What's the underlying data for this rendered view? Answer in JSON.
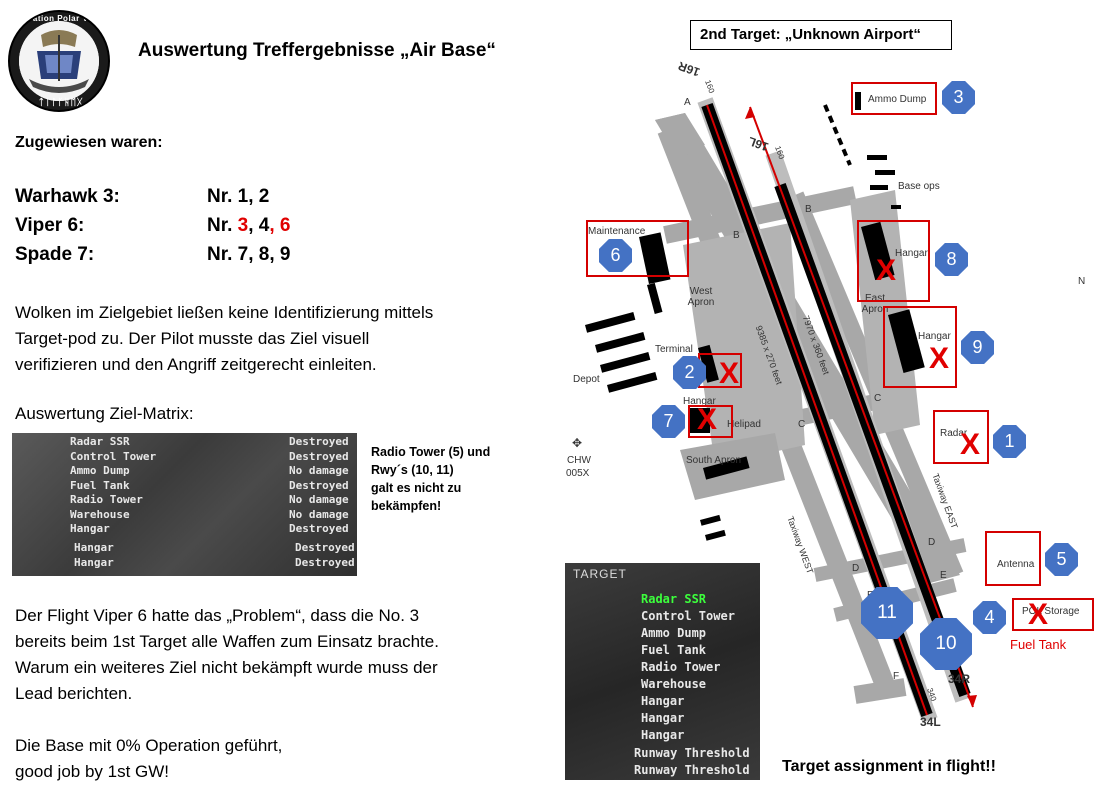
{
  "header": {
    "logo_top": "Operation Polar Vortex",
    "logo_bottom": "ᛏᛁᛚᚴᚺᛖᚷ",
    "title": "Auswertung Treffergebnisse „Air Base“"
  },
  "assigned": {
    "heading": "Zugewiesen waren:",
    "rows": [
      {
        "flight": "Warhawk 3:",
        "prefix": "Nr. 1, 2",
        "hit1": "",
        "mid": "",
        "hit2": ""
      },
      {
        "flight": "Viper 6:",
        "prefix": "Nr. ",
        "hit1": "3",
        "mid": ", 4",
        "hit2": ", 6"
      },
      {
        "flight": "Spade 7:",
        "prefix": "Nr. 7, 8, 9",
        "hit1": "",
        "mid": "",
        "hit2": ""
      }
    ]
  },
  "paragraphs": {
    "clouds": [
      "Wolken im Zielgebiet ließen keine Identifizierung  mittels",
      "Target-pod zu. Der Pilot musste das Ziel visuell",
      "verifizieren  und den Angriff zeitgerecht einleiten."
    ],
    "matrix_label": "Auswertung Ziel-Matrix:",
    "viper": [
      "Der Flight Viper 6 hatte das „Problem“, dass die No. 3",
      "bereits beim 1st Target alle Waffen zum Einsatz brachte.",
      "Warum ein weiteres Ziel nicht bekämpft wurde muss der",
      "Lead berichten."
    ],
    "base": [
      "Die Base mit 0% Operation geführt,",
      "good job by 1st GW!"
    ]
  },
  "matrix": [
    {
      "name": "Radar SSR",
      "status": "Destroyed"
    },
    {
      "name": "Control Tower",
      "status": "Destroyed"
    },
    {
      "name": "Ammo Dump",
      "status": "No damage"
    },
    {
      "name": "Fuel Tank",
      "status": "Destroyed"
    },
    {
      "name": "Radio Tower",
      "status": "No damage"
    },
    {
      "name": "Warehouse",
      "status": "No damage"
    },
    {
      "name": "Hangar",
      "status": "Destroyed"
    },
    {
      "name": "Hangar",
      "status": "Destroyed"
    },
    {
      "name": "Hangar",
      "status": "Destroyed"
    }
  ],
  "note": [
    "Radio Tower (5) und",
    "Rwy´s (10, 11)",
    "galt es nicht zu",
    "bekämpfen!"
  ],
  "target_list": {
    "heading": "TARGET",
    "items": [
      "Radar SSR",
      "Control Tower",
      "Ammo Dump",
      "Fuel Tank",
      "Radio Tower",
      "Warehouse",
      "Hangar",
      "Hangar",
      "Hangar",
      "Runway Threshold",
      "Runway Threshold"
    ],
    "highlight_color": "#3cff3c",
    "caption": "Target assignment  in flight!!"
  },
  "map": {
    "second_target": "2nd Target: „Unknown Airport“",
    "labels": {
      "ammo": "Ammo Dump",
      "base_ops": "Base ops",
      "maintenance": "Maintenance",
      "hangar": "Hangar",
      "west_apron": "West\nApron",
      "east_apron": "East\nApron",
      "terminal": "Terminal",
      "depot": "Depot",
      "helipad": "Helipad",
      "south_apron": "South Apron",
      "radar": "Radar",
      "antenna": "Antenna",
      "pol": "POL Storage",
      "fuel_tank": "Fuel Tank",
      "chw": "CHW",
      "chw_code": "005X",
      "north": "N",
      "rw16r": "16R",
      "rw16l": "16L",
      "rw34l": "34L",
      "rw34r": "34R",
      "rwy_len_a": "9385 x 270 feet",
      "rwy_len_b": "7970 x 360 feet",
      "taxi_east": "Taxiway EAST",
      "taxi_west": "Taxiway WEST",
      "tw_a": "A",
      "tw_b": "B",
      "tw_c": "C",
      "tw_d": "D",
      "tw_e": "E",
      "tw_f": "F",
      "hdg": "160",
      "hdg2": "340"
    },
    "markers": [
      "1",
      "2",
      "3",
      "4",
      "5",
      "6",
      "7",
      "8",
      "9",
      "10",
      "11"
    ],
    "x": "X",
    "accent": "#4472c4",
    "hit_color": "#e00000"
  }
}
